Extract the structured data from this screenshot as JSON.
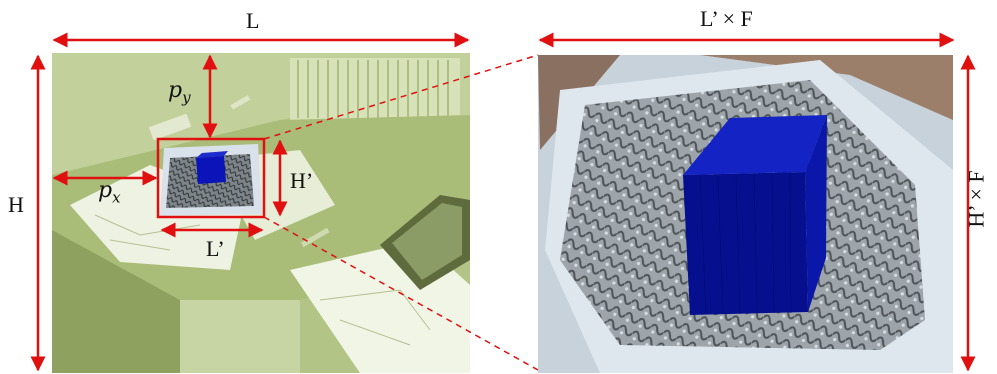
{
  "labels": {
    "frame_width": "L",
    "frame_height": "H",
    "zoom_width": "L’ × F",
    "zoom_height": "H’ × F",
    "box_width": "L’",
    "box_height": "H’",
    "offset_x": "p",
    "offset_x_sub": "x",
    "offset_y": "p",
    "offset_y_sub": "y"
  },
  "colors": {
    "annotation": "#e01010",
    "cube": "#0a14b8",
    "camera_tint": "#b7c98a",
    "zoom_paper": "#dfe7ee"
  }
}
